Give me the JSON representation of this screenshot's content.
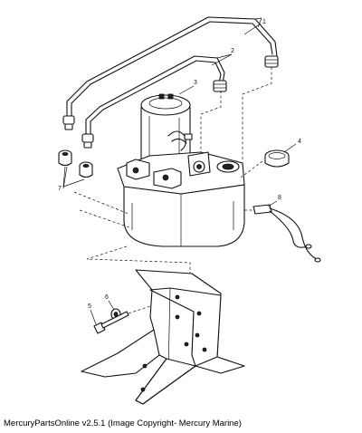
{
  "callouts": {
    "c1": "1",
    "c2": "2",
    "c3": "3",
    "c4": "4",
    "c5": "5",
    "c6": "6",
    "c7": "7",
    "c8": "8"
  },
  "caption": "MercuryPartsOnline v2.5.1 (Image Copyright- Mercury Marine)"
}
